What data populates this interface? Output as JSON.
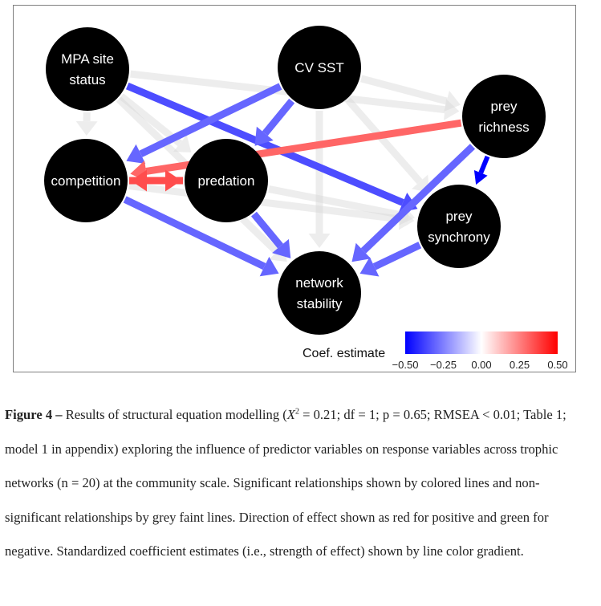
{
  "diagram": {
    "nodes": [
      {
        "id": "mpa",
        "lines": [
          "MPA site",
          "status"
        ]
      },
      {
        "id": "cvsst",
        "lines": [
          "CV SST"
        ]
      },
      {
        "id": "prey_richness",
        "lines": [
          "prey",
          "richness"
        ]
      },
      {
        "id": "competition",
        "lines": [
          "competition"
        ]
      },
      {
        "id": "predation",
        "lines": [
          "predation"
        ]
      },
      {
        "id": "prey_synchrony",
        "lines": [
          "prey",
          "synchrony"
        ]
      },
      {
        "id": "network_stability",
        "lines": [
          "network",
          "stability"
        ]
      }
    ],
    "significant_edges": [
      {
        "from": "mpa",
        "to": "prey_synchrony",
        "coef": -0.35
      },
      {
        "from": "cvsst",
        "to": "competition",
        "coef": -0.3
      },
      {
        "from": "cvsst",
        "to": "predation",
        "coef": -0.3
      },
      {
        "from": "prey_richness",
        "to": "competition",
        "coef": 0.3
      },
      {
        "from": "prey_richness",
        "to": "prey_synchrony",
        "coef": -0.5
      },
      {
        "from": "prey_richness",
        "to": "network_stability",
        "coef": -0.3
      },
      {
        "from": "competition",
        "to": "predation",
        "coef": 0.35
      },
      {
        "from": "predation",
        "to": "competition",
        "coef": 0.35
      },
      {
        "from": "competition",
        "to": "network_stability",
        "coef": -0.3
      },
      {
        "from": "predation",
        "to": "network_stability",
        "coef": -0.3
      },
      {
        "from": "prey_synchrony",
        "to": "network_stability",
        "coef": -0.3
      }
    ],
    "nonsignificant_edges": [
      {
        "from": "mpa",
        "to": "competition"
      },
      {
        "from": "mpa",
        "to": "prey_richness"
      },
      {
        "from": "mpa",
        "to": "network_stability"
      },
      {
        "from": "mpa",
        "to": "predation"
      },
      {
        "from": "cvsst",
        "to": "prey_richness"
      },
      {
        "from": "cvsst",
        "to": "network_stability"
      },
      {
        "from": "cvsst",
        "to": "prey_synchrony"
      },
      {
        "from": "predation",
        "to": "prey_synchrony"
      },
      {
        "from": "competition",
        "to": "prey_synchrony"
      }
    ],
    "legend": {
      "title": "Coef. estimate",
      "ticks": [
        "−0.50",
        "−0.25",
        "0.00",
        "0.25",
        "0.50"
      ],
      "colors": {
        "negative": "#0000ff",
        "neutral": "#ffffff",
        "positive": "#ff0000"
      }
    }
  },
  "caption": {
    "label": "Figure 4 –",
    "text_before": " Results of structural equation modelling (",
    "chi_symbol": "X",
    "chi_sup": "2",
    "text_after": " = 0.21; df = 1; p = 0.65; RMSEA < 0.01; Table 1; model 1 in appendix) exploring the influence of predictor variables on response variables across trophic networks (n = 20) at the community scale. Significant relationships shown by colored lines and non-significant relationships by grey faint lines. Direction of effect shown as red for positive and green for negative. Standardized coefficient estimates (i.e., strength of effect) shown by line color gradient."
  }
}
